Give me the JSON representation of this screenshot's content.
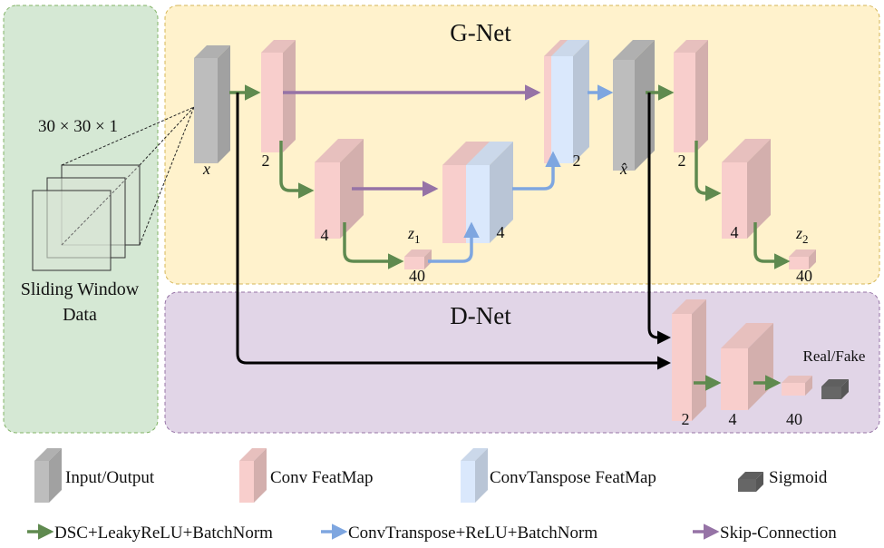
{
  "panels": {
    "sliding": {
      "text1": "Sliding Window",
      "text2": "Data",
      "dims": "30 × 30 × 1"
    },
    "gnet": {
      "title": "G-Net"
    },
    "dnet": {
      "title": "D-Net"
    }
  },
  "labels": {
    "x": "x",
    "xhat": "x̂",
    "z1": "z",
    "z1_sub": "1",
    "z2": "z",
    "z2_sub": "2",
    "enc2": "2",
    "enc4": "4",
    "z1_size": "40",
    "dec4": "4",
    "dec2": "2",
    "enc2b": "2",
    "enc4b": "4",
    "z2_size": "40",
    "d2": "2",
    "d4": "4",
    "d40": "40",
    "real_fake": "Real/Fake"
  },
  "legend": {
    "io": "Input/Output",
    "conv": "Conv FeatMap",
    "convt": "ConvTanspose FeatMap",
    "sigmoid": "Sigmoid",
    "dsc": "DSC+LeakyReLU+BatchNorm",
    "convtrans": "ConvTransposе+ReLU+BatchNorm",
    "skip": "Skip-Connection"
  },
  "colors": {
    "green_panel": "#d5e8d4",
    "yellow_panel": "#fff2cc",
    "purple_panel": "#e1d5e7",
    "conv": "#f8cecc",
    "convt": "#dae8fc",
    "io": "#bdbdbd",
    "green_arrow": "#5f8a4f",
    "blue_arrow": "#7ea6e0",
    "purple_arrow": "#9673a6"
  }
}
